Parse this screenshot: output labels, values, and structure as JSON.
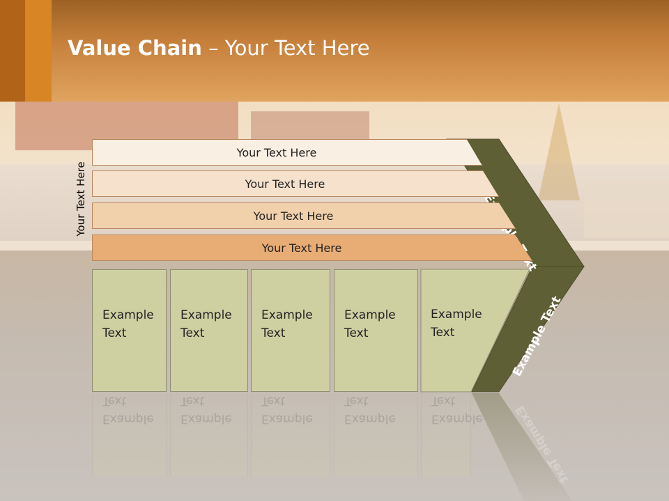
{
  "slide": {
    "title_bold": "Value Chain",
    "title_rest": " – Your Text Here",
    "side_label": "Your Text Here",
    "bars": [
      "Your Text Here",
      "Your Text Here",
      "Your Text Here",
      "Your Text Here"
    ],
    "cells": [
      "Example\nText",
      "Example\nText",
      "Example\nText",
      "Example\nText",
      "Example\nText"
    ],
    "chevron_top_label": "Example Text",
    "chevron_bottom_label": "Example Text",
    "colors": {
      "header": "#e0a45f",
      "bar_fills": [
        "#faefe3",
        "#f6e1cc",
        "#f1d0ac",
        "#e8ad75"
      ],
      "cell_fill": "#cfd0a2",
      "chevron_fill": "#5f5f36"
    }
  }
}
